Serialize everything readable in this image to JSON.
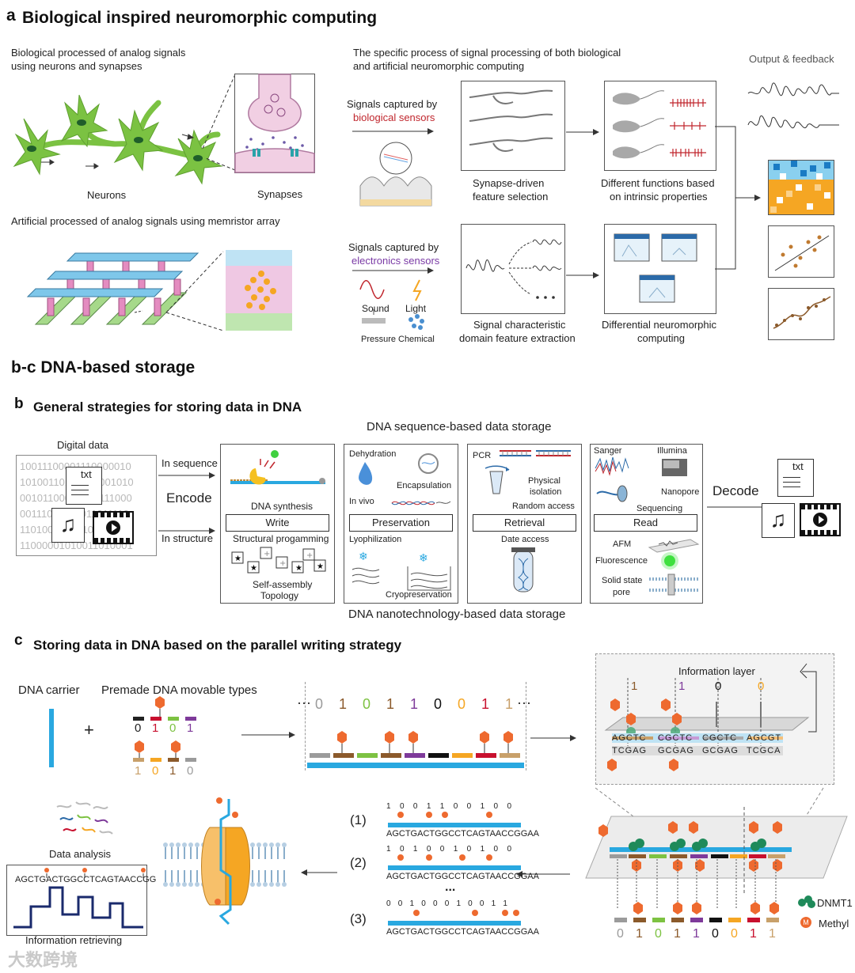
{
  "panel_a": {
    "title_letter": "a",
    "title": "Biological inspired neuromorphic computing",
    "bio_caption": [
      "Biological processed of analog signals",
      "using neurons and synapses"
    ],
    "neurons_label": "Neurons",
    "synapses_label": "Synapses",
    "memristor_caption": "Artificial processed of analog signals using memristor array",
    "process_caption": [
      "The specific process of signal processing of both biological",
      "and artificial neuromorphic computing"
    ],
    "output_label": "Output & feedback",
    "bio_signals": [
      "Signals captured by",
      "biological sensors"
    ],
    "elec_signals": [
      "Signals captured by",
      "electronics sensors"
    ],
    "synapse_box_label": [
      "Synapse-driven",
      "feature selection"
    ],
    "functions_box_label": [
      "Different functions based",
      "on intrinsic properties"
    ],
    "signal_box_label": [
      "Signal characteristic",
      "domain feature extraction"
    ],
    "diff_box_label": [
      "Differential neuromorphic",
      "computing"
    ],
    "sensors": [
      "Sound",
      "Light",
      "Pressure",
      "Chemical"
    ]
  },
  "panel_bc": {
    "title": "b-c  DNA-based storage"
  },
  "panel_b": {
    "title_letter": "b",
    "title": "General strategies for storing data in DNA",
    "seq_storage": "DNA sequence-based data storage",
    "nano_storage": "DNA nanotechnology-based data storage",
    "digital_data": "Digital data",
    "binary_rows": [
      "10011100001110000010",
      "10100110101010001010",
      "00101100010100111000",
      "00111000011011011110",
      "11010000010101011001",
      "11000001010011010001"
    ],
    "txt": "txt",
    "in_sequence": "In sequence",
    "encode": "Encode",
    "in_structure": "In structure",
    "write_box": {
      "top": "DNA synthesis",
      "label": "Write",
      "mid": "Structural progamming",
      "bottom": [
        "Self-assembly",
        "Topology"
      ]
    },
    "preserve_box": {
      "dehydration": "Dehydration",
      "encapsulation": "Encapsulation",
      "invivo": "In vivo",
      "label": "Preservation",
      "lyophilization": "Lyophilization",
      "cryo": "Cryopreservation"
    },
    "retrieval_box": {
      "pcr": "PCR",
      "physical": [
        "Physical",
        "isolation"
      ],
      "random": "Random access",
      "label": "Retrieval",
      "date": "Date access"
    },
    "read_box": {
      "sanger": "Sanger",
      "illumina": "Illumina",
      "nanopore": "Nanopore",
      "sequencing": "Sequencing",
      "label": "Read",
      "afm": "AFM",
      "fluorescence": "Fluorescence",
      "solid": [
        "Solid state",
        "pore"
      ]
    },
    "decode": "Decode"
  },
  "panel_c": {
    "title_letter": "c",
    "title": "Storing data in DNA based on the parallel writing strategy",
    "dna_carrier": "DNA carrier",
    "premade": "Premade DNA movable types",
    "plus": "+",
    "types_row1": [
      "0",
      "1",
      "0",
      "1"
    ],
    "types_row2": [
      "1",
      "0",
      "1",
      "0"
    ],
    "bits": [
      "0",
      "1",
      "0",
      "1",
      "1",
      "0",
      "0",
      "1",
      "1"
    ],
    "ellipsis": "···",
    "info_layer": "Information layer",
    "info_bits": [
      "1",
      "1",
      "0",
      "0"
    ],
    "seq_top": [
      "AGCTC",
      "CGCTC",
      "CGCTC",
      "AGCGT"
    ],
    "seq_bot": [
      "TCGAG",
      "GCGAG",
      "GCGAG",
      "TCGCA"
    ],
    "rows": [
      {
        "num": "(1)",
        "bits": "1 0 0 1 1 0 0 1 0 0",
        "seq": "AGCTGACTGGCCTCAGTAACCGGAA"
      },
      {
        "num": "(2)",
        "bits": "1 0 1 0 0 1 0 1 0 0",
        "seq": "AGCTGACTGGCCTCAGTAACCGGAA"
      },
      {
        "num": "(3)",
        "bits": "0 0 1 0 0 0 1 0 0 1 1",
        "seq": "AGCTGACTGGCCTCAGTAACCGGAA"
      }
    ],
    "dots": "...",
    "data_analysis": "Data analysis",
    "trace_seq": "AGCTGACTGGCCTCAGTAACCGG",
    "info_retrieving": "Information retrieving",
    "dnmt1": "DNMT1",
    "methyl": "Methyl",
    "bottom_bits": [
      "0",
      "1",
      "0",
      "1",
      "1",
      "0",
      "0",
      "1",
      "1"
    ],
    "m": "M"
  },
  "colors": {
    "neuron_green": "#7bc242",
    "dna_blue": "#29a8e0",
    "methyl_orange": "#ee6a2f",
    "memristor_blue": "#7ec7ea",
    "memristor_pink": "#e48cc0",
    "memristor_green": "#a6d98a",
    "bit_colors": [
      "#9b9b9b",
      "#8b5a2b",
      "#7dc242",
      "#8b5a2b",
      "#7e3a9a",
      "#111111",
      "#f5a623",
      "#c8102e",
      "#c8a06a"
    ]
  },
  "watermark": "大数跨境"
}
